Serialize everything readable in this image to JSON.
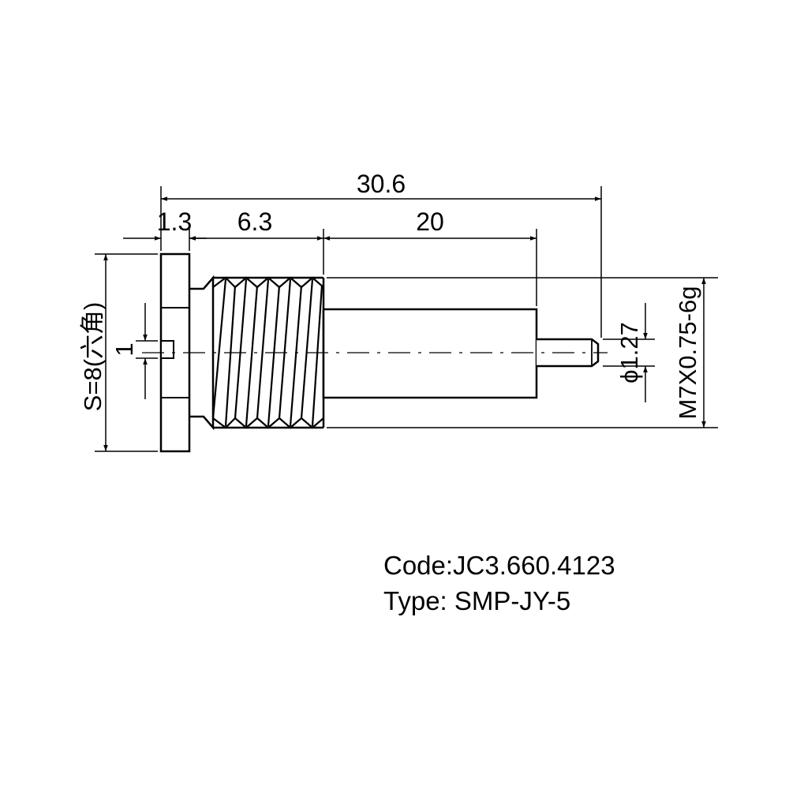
{
  "dimensions": {
    "overall_length": "30.6",
    "flange_thickness": "1.3",
    "thread_length": "6.3",
    "body_length": "20",
    "slot_width": "1",
    "hex_size": "S=8(六角)",
    "pin_diameter": "ϕ1.27",
    "thread_spec": "M7X0.75-6g"
  },
  "info": {
    "code": "Code:JC3.660.4123",
    "type": "Type: SMP-JY-5"
  }
}
